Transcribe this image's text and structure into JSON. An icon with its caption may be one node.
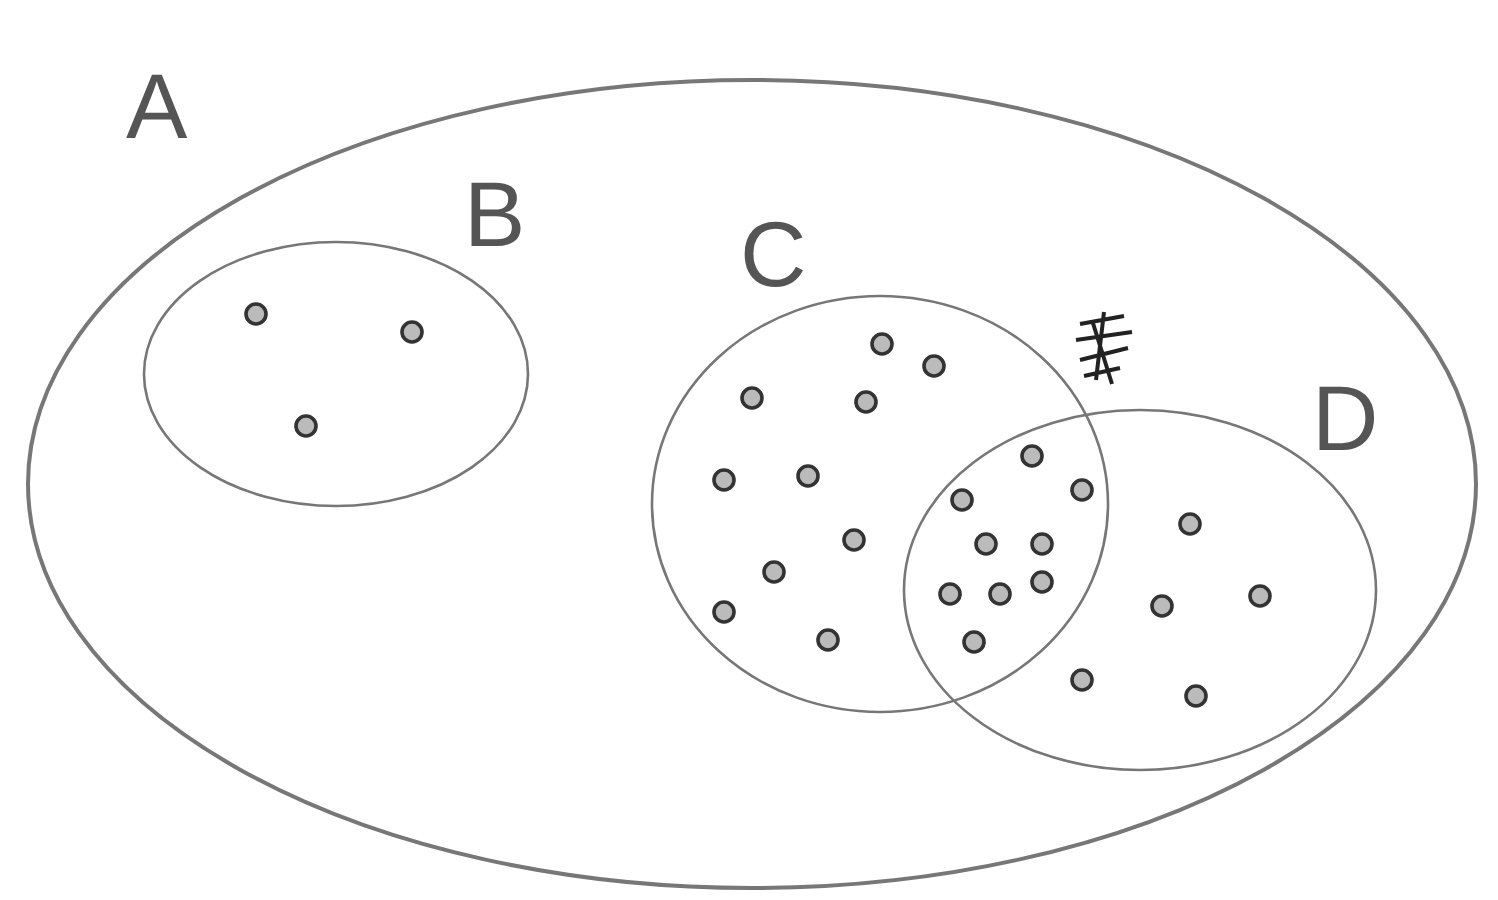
{
  "diagram": {
    "nodes": [
      {
        "text": [
          "A"
        ]
      },
      {
        "text": [
          "B"
        ],
        "in": 0
      },
      {
        "text": [
          "C"
        ],
        "in": 0
      },
      {
        "text": [
          "D"
        ],
        "in": 0
      }
    ],
    "edges": []
  }
}
